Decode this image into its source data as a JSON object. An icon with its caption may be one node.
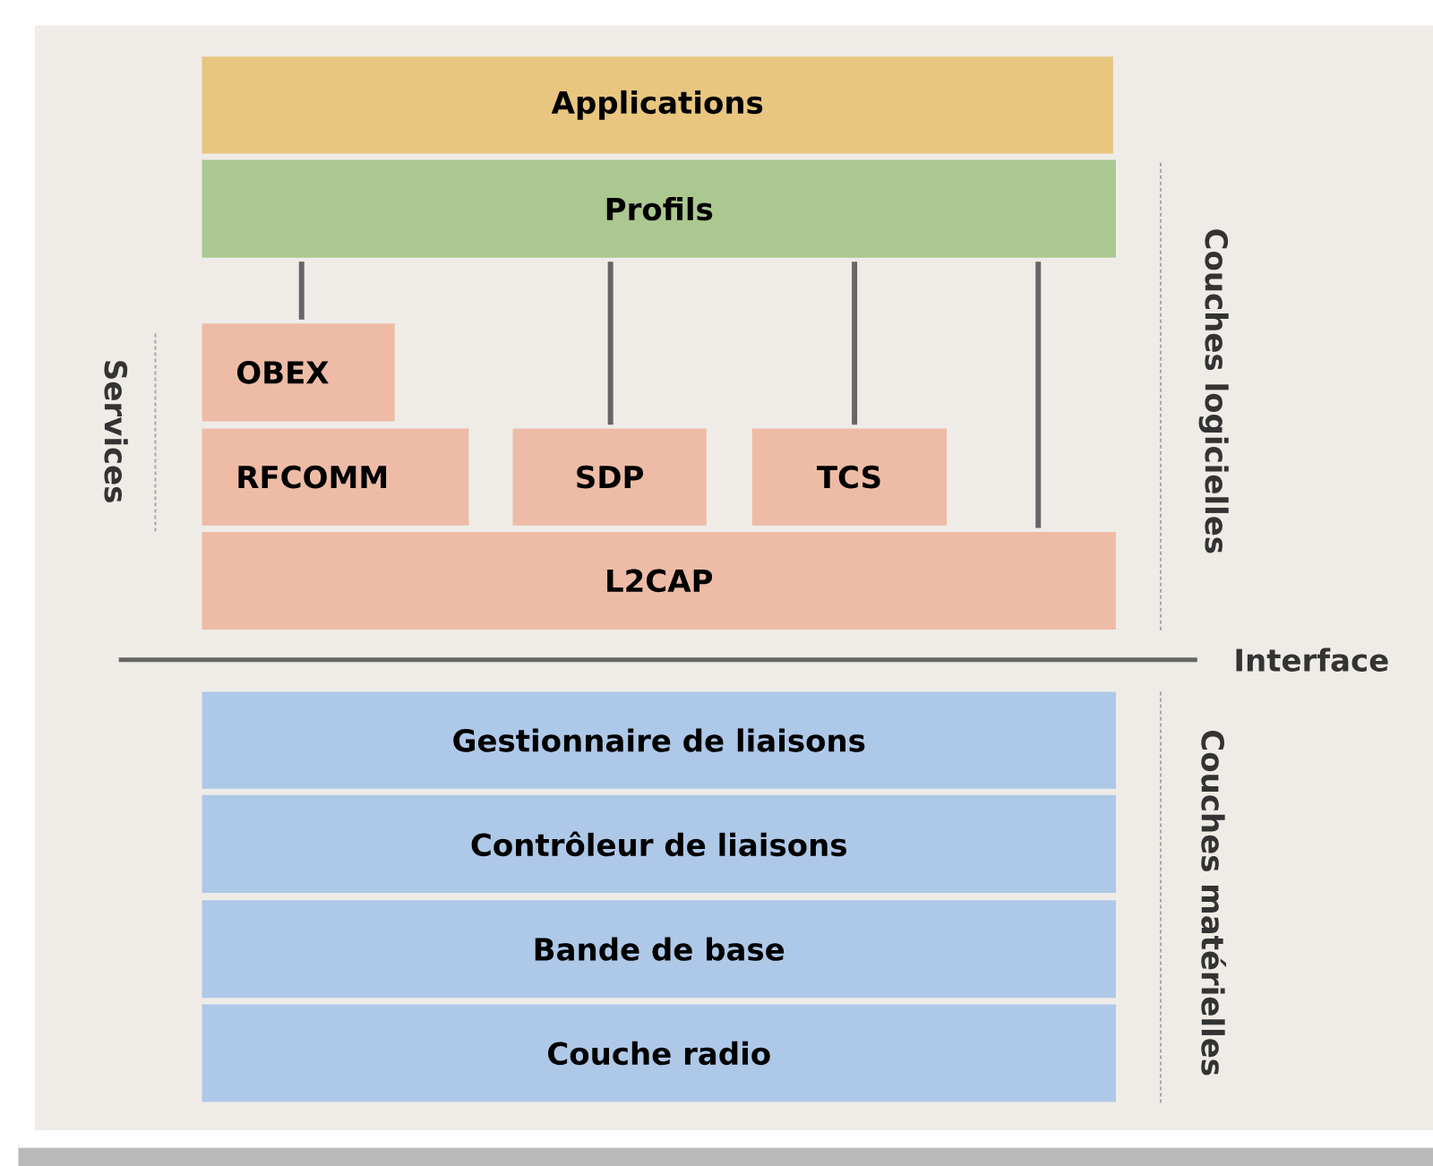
{
  "diagram": {
    "nodes": [
      {
        "text": [
          "Applications"
        ]
      },
      {
        "text": [
          "Profils"
        ]
      },
      {
        "text": [
          "OBEX"
        ]
      },
      {
        "text": [
          "RFCOMM"
        ]
      },
      {
        "text": [
          "SDP"
        ]
      },
      {
        "text": [
          "TCS"
        ]
      },
      {
        "text": [
          "L2CAP"
        ]
      },
      {
        "text": [
          "Gestionnaire de liaisons"
        ]
      },
      {
        "text": [
          "Contrôleur de liaisons"
        ]
      },
      {
        "text": [
          "Bande de base"
        ]
      },
      {
        "text": [
          "Couche radio"
        ]
      }
    ],
    "edges": [
      {
        "from": 1,
        "to": 2,
        "arrow": "none"
      },
      {
        "from": 1,
        "to": 4,
        "arrow": "none"
      },
      {
        "from": 1,
        "to": 5,
        "arrow": "none"
      },
      {
        "from": 1,
        "to": 6,
        "arrow": "none"
      }
    ],
    "labels": [
      "Services",
      "Couches logicielles",
      "Interface",
      "Couches matérielles"
    ]
  }
}
